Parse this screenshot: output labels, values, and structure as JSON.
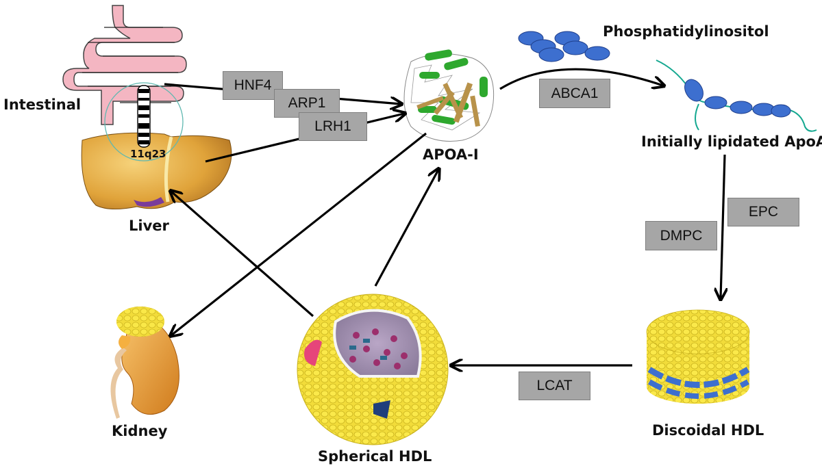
{
  "organs": {
    "intestinal": "Intestinal",
    "liver": "Liver",
    "kidney": "Kidney"
  },
  "chromosome_band": "11q23",
  "molecules": {
    "apoa1": "APOA-I",
    "phosphatidylinositol": "Phosphatidylinositol",
    "initially_lipidated": "Initially lipidated ApoA-I",
    "discoidal_hdl": "Discoidal HDL",
    "spherical_hdl": "Spherical HDL"
  },
  "factors": {
    "hnf4": "HNF4",
    "arp1": "ARP1",
    "lrh1": "LRH1",
    "abca1": "ABCA1",
    "epc": "EPC",
    "dmpc": "DMPC",
    "lcat": "LCAT"
  },
  "colors": {
    "intestine": "#f4b6c2",
    "liver": "#e9b24a",
    "kidney": "#f0a030",
    "lipid_yellow": "#f5e03a",
    "apo_blue": "#3d6fcf",
    "helix_green": "#2ea82e",
    "strand_tan": "#b8924a",
    "label_box": "#a6a6a6"
  }
}
